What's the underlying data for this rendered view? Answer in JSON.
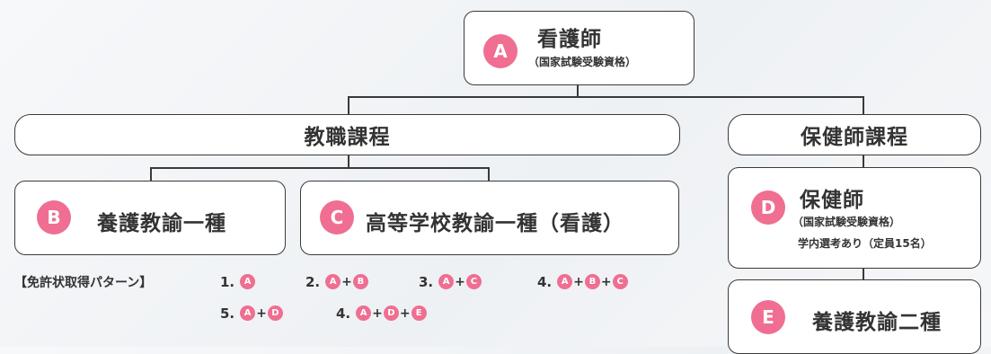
{
  "nodes": {
    "a": {
      "badge": "A",
      "title": "看護師",
      "sub": "（国家試験受験資格）"
    },
    "b": {
      "badge": "B",
      "title": "養護教諭一種"
    },
    "c": {
      "badge": "C",
      "title": "高等学校教諭一種（看護）"
    },
    "d": {
      "badge": "D",
      "title": "保健師",
      "sub": "（国家試験受験資格）",
      "note": "学内選考あり（定員15名）"
    },
    "e": {
      "badge": "E",
      "title": "養護教諭二種"
    }
  },
  "courses": {
    "teaching": "教職課程",
    "public_health": "保健師課程"
  },
  "patterns": {
    "label": "【免許状取得パターン】",
    "items": [
      {
        "num": "1.",
        "parts": [
          "A"
        ]
      },
      {
        "num": "2.",
        "parts": [
          "A",
          "B"
        ]
      },
      {
        "num": "3.",
        "parts": [
          "A",
          "C"
        ]
      },
      {
        "num": "4.",
        "parts": [
          "A",
          "B",
          "C"
        ]
      },
      {
        "num": "5.",
        "parts": [
          "A",
          "D"
        ]
      },
      {
        "num": "4.",
        "parts": [
          "A",
          "D",
          "E"
        ]
      }
    ]
  },
  "colors": {
    "accent": "#ef6e92",
    "border": "#3a3a3a"
  }
}
